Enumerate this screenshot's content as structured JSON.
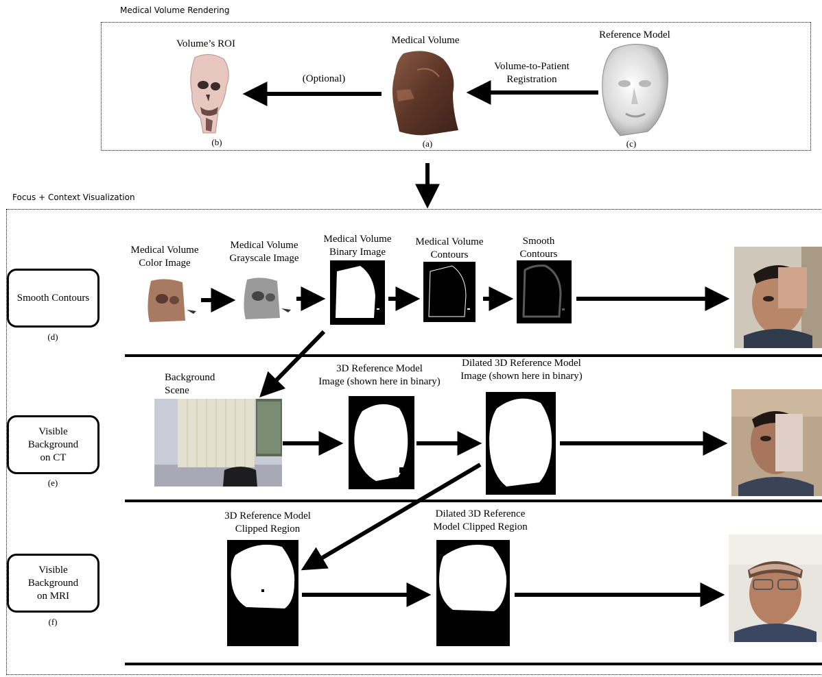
{
  "top_section": {
    "title": "Medical Volume Rendering",
    "roi": {
      "title": "Volume’s ROI",
      "tag": "(b)"
    },
    "volume": {
      "title": "Medical Volume",
      "tag": "(a)"
    },
    "reference": {
      "title": "Reference Model",
      "tag": "(c)"
    },
    "optional_label": "(Optional)",
    "registration_label": "Volume-to-Patient\nRegistration"
  },
  "bottom_section": {
    "title": "Focus + Context Visualization"
  },
  "row_d": {
    "box_label": "Smooth Contours",
    "tag": "(d)",
    "steps": [
      "Medical Volume\nColor Image",
      "Medical Volume\nGrayscale Image",
      "Medical Volume\nBinary Image",
      "Medical Volume\nContours",
      "Smooth\nContours"
    ]
  },
  "row_e": {
    "box_label": "Visible\nBackground\non CT",
    "tag": "(e)",
    "steps": [
      "Background\nScene",
      "3D Reference Model\nImage (shown here in binary)",
      "Dilated 3D Reference Model\nImage (shown here in binary)"
    ]
  },
  "row_f": {
    "box_label": "Visible\nBackground\non MRI",
    "tag": "(f)",
    "steps": [
      "3D Reference Model\nClipped Region",
      "Dilated 3D Reference\nModel Clipped Region"
    ]
  }
}
